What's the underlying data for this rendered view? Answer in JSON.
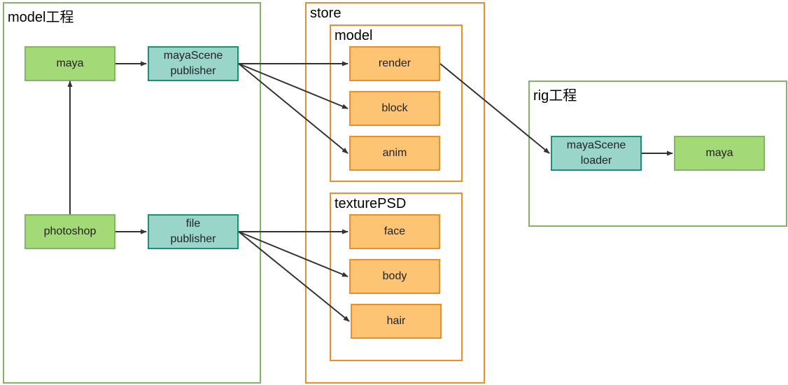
{
  "groups": {
    "model_project": {
      "label": "model工程"
    },
    "store": {
      "label": "store"
    },
    "store_model": {
      "label": "model"
    },
    "store_texture": {
      "label": "texturePSD"
    },
    "rig_project": {
      "label": "rig工程"
    }
  },
  "nodes": {
    "maya_model": {
      "label": "maya"
    },
    "mayascene_publisher": {
      "label": "mayaScene\npublisher"
    },
    "photoshop": {
      "label": "photoshop"
    },
    "file_publisher": {
      "label": "file\npublisher"
    },
    "render": {
      "label": "render"
    },
    "block": {
      "label": "block"
    },
    "anim": {
      "label": "anim"
    },
    "face": {
      "label": "face"
    },
    "body": {
      "label": "body"
    },
    "hair": {
      "label": "hair"
    },
    "mayascene_loader": {
      "label": "mayaScene\nloader"
    },
    "maya_rig": {
      "label": "maya"
    }
  },
  "edges": [
    {
      "from": "photoshop",
      "to": "maya_model"
    },
    {
      "from": "maya_model",
      "to": "mayascene_publisher"
    },
    {
      "from": "photoshop",
      "to": "file_publisher"
    },
    {
      "from": "mayascene_publisher",
      "to": "render"
    },
    {
      "from": "mayascene_publisher",
      "to": "block"
    },
    {
      "from": "mayascene_publisher",
      "to": "anim"
    },
    {
      "from": "file_publisher",
      "to": "face"
    },
    {
      "from": "file_publisher",
      "to": "body"
    },
    {
      "from": "file_publisher",
      "to": "hair"
    },
    {
      "from": "render",
      "to": "mayascene_loader"
    },
    {
      "from": "mayascene_loader",
      "to": "maya_rig"
    }
  ],
  "colors": {
    "app_fill": "#a3d977",
    "app_stroke": "#82b366",
    "loader_fill": "#9ad5ca",
    "loader_stroke": "#1a8f7a",
    "store_fill": "#fdc473",
    "store_stroke": "#eb8f2e",
    "edge": "#333333"
  }
}
